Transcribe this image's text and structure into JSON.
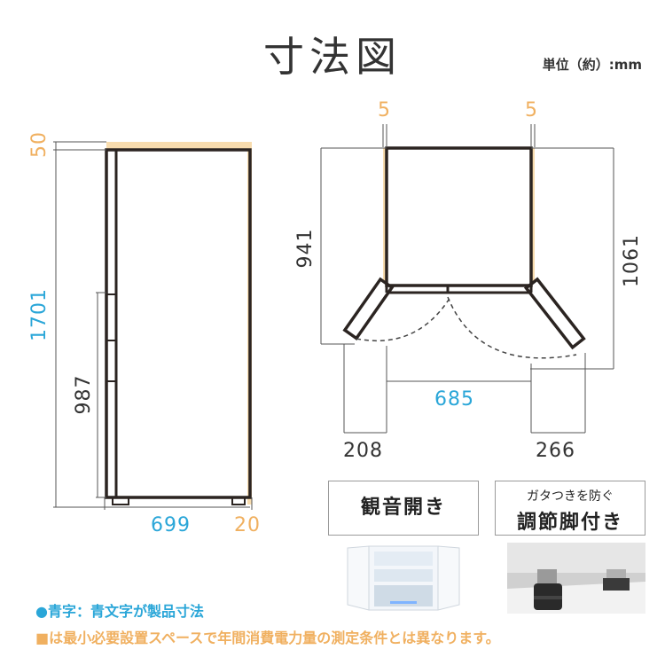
{
  "title": "寸法図",
  "unit": "単位（約）:mm",
  "side_view": {
    "top_clearance": "50",
    "total_height": "1701",
    "door_height": "987",
    "depth": "699",
    "back_clearance": "20"
  },
  "top_view": {
    "left_clearance": "5",
    "right_clearance": "5",
    "depth": "941",
    "depth_door_open": "1061",
    "width": "685",
    "left_door_swing": "208",
    "right_door_swing": "266"
  },
  "features": [
    {
      "label": "観音開き"
    },
    {
      "label_line1": "ガタつきを防ぐ",
      "label_line2": "調節脚付き"
    }
  ],
  "notes": {
    "blue": "●青字：青文字が製品寸法",
    "orange": "■は最小必要設置スペースで年間消費電力量の測定条件とは異なります。"
  },
  "colors": {
    "product_dim": "#2aa6d8",
    "space_dim": "#f0b060",
    "line": "#2b2421"
  }
}
